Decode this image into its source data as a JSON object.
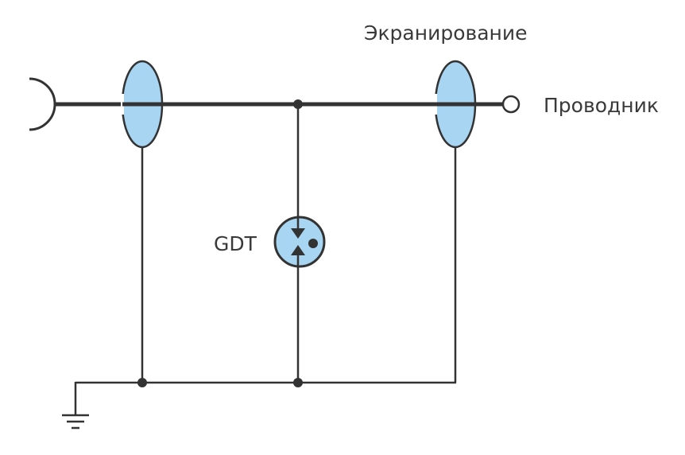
{
  "labels": {
    "shielding": "Экранирование",
    "conductor": "Проводник",
    "gdt": "GDT"
  },
  "colors": {
    "shield_fill": "#a8d5f2",
    "line": "#333333",
    "text": "#3a3a3a",
    "background": "#ffffff"
  },
  "icons": [
    "connector-socket-icon",
    "ground-icon",
    "gas-discharge-tube-icon",
    "terminal-circle-icon"
  ]
}
